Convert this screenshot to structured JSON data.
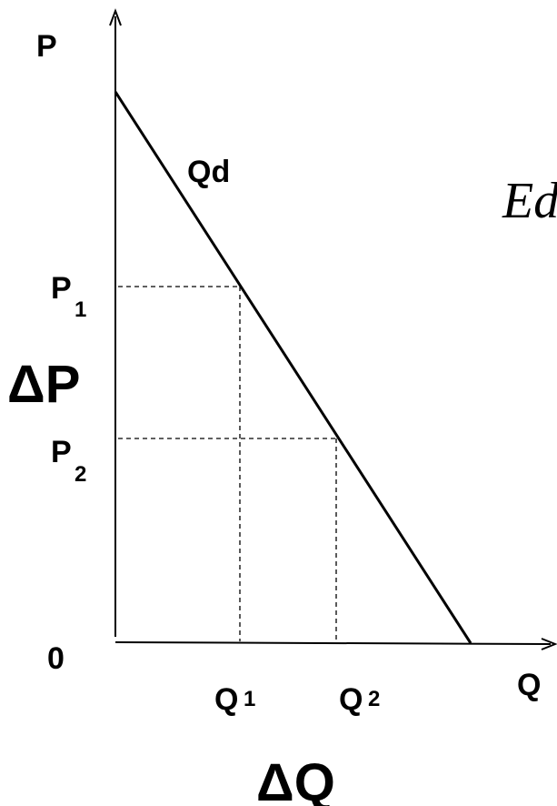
{
  "diagram": {
    "axis_y_label": "P",
    "axis_x_label": "Q",
    "origin_label": "0",
    "curve_label": "Qd",
    "price_1": {
      "base": "P",
      "sub": "1"
    },
    "price_2": {
      "base": "P",
      "sub": "2"
    },
    "quantity_1": {
      "base": "Q",
      "sub": "1"
    },
    "quantity_2": {
      "base": "Q",
      "sub": "2"
    },
    "delta_p": "ΔP",
    "delta_q": "ΔQ",
    "cut_off_text": "Ed"
  },
  "colors": {
    "line": "#000000",
    "background": "#ffffff"
  }
}
